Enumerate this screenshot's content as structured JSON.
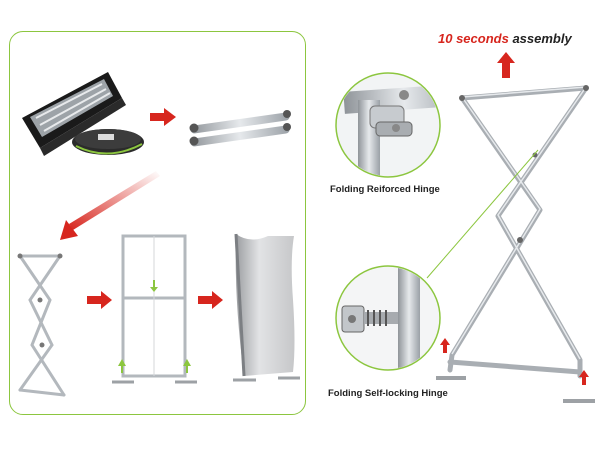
{
  "headline": {
    "accent": "10 seconds",
    "rest": "assembly"
  },
  "hinges": {
    "top_caption": "Folding Reiforced Hinge",
    "bottom_caption": "Folding Self-locking Hinge"
  },
  "colors": {
    "panel_border": "#8cc63f",
    "arrow_red": "#d7261e",
    "indicator_green": "#8cc63f",
    "frame_metal": "#b8bcc0"
  },
  "icons": {
    "step_arrow": "red-right-arrow-icon",
    "up_arrow": "red-up-arrow-icon",
    "indicator": "green-arrow-icon"
  }
}
